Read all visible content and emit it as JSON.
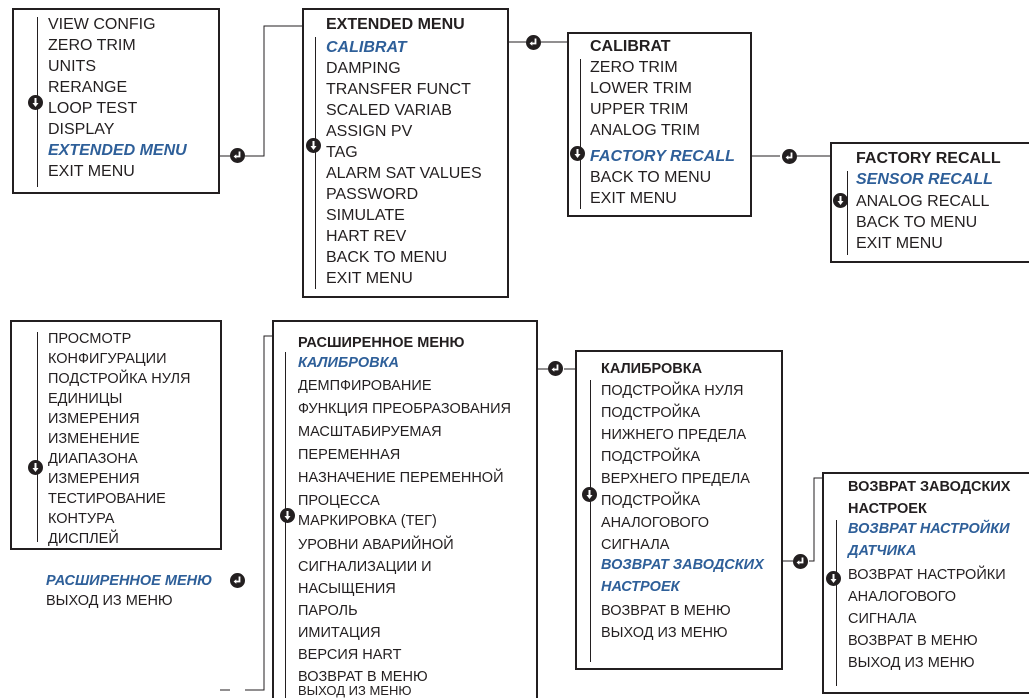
{
  "en": {
    "main_menu": [
      "VIEW CONFIG",
      "ZERO TRIM",
      "UNITS",
      "RERANGE",
      "LOOP TEST",
      "DISPLAY",
      "EXTENDED MENU",
      "EXIT MENU"
    ],
    "extended_menu": {
      "title": "EXTENDED MENU",
      "items": [
        "CALIBRAT",
        "DAMPING",
        "TRANSFER FUNCT",
        "SCALED VARIAB",
        "ASSIGN PV",
        "TAG",
        "ALARM SAT VALUES",
        "PASSWORD",
        "SIMULATE",
        "HART REV",
        "BACK TO MENU",
        "EXIT MENU"
      ]
    },
    "calibrat_menu": {
      "title": "CALIBRAT",
      "items": [
        "ZERO TRIM",
        "LOWER TRIM",
        "UPPER TRIM",
        "ANALOG TRIM",
        "FACTORY RECALL",
        "BACK TO MENU",
        "EXIT MENU"
      ]
    },
    "factory_recall_menu": {
      "title": "FACTORY RECALL",
      "items": [
        "SENSOR RECALL",
        "ANALOG RECALL",
        "BACK TO MENU",
        "EXIT MENU"
      ]
    }
  },
  "ru": {
    "main_menu": [
      "ПРОСМОТР",
      "КОНФИГУРАЦИИ",
      "ПОДСТРОЙКА НУЛЯ",
      "ЕДИНИЦЫ",
      "ИЗМЕРЕНИЯ",
      "ИЗМЕНЕНИЕ",
      "ДИАПАЗОНА",
      "ИЗМЕРЕНИЯ",
      "ТЕСТИРОВАНИЕ",
      "КОНТУРА",
      "ДИСПЛЕЙ",
      "РАСШИРЕННОЕ МЕНЮ",
      "ВЫХОД ИЗ МЕНЮ"
    ],
    "extended_menu": {
      "title": "РАСШИРЕННОЕ МЕНЮ",
      "items": [
        "КАЛИБРОВКА",
        "ДЕМПФИРОВАНИЕ",
        "ФУНКЦИЯ ПРЕОБРАЗОВАНИЯ",
        "МАСШТАБИРУЕМАЯ",
        "ПЕРЕМЕННАЯ",
        "НАЗНАЧЕНИЕ ПЕРЕМЕННОЙ",
        "ПРОЦЕССА",
        "МАРКИРОВКА (ТЕГ)",
        "УРОВНИ АВАРИЙНОЙ",
        "СИГНАЛИЗАЦИИ И",
        "НАСЫЩЕНИЯ",
        "ПАРОЛЬ",
        "ИМИТАЦИЯ",
        "ВЕРСИЯ HART",
        "ВОЗВРАТ В МЕНЮ",
        "ВЫХОД ИЗ МЕНЮ"
      ]
    },
    "calibrat_menu": {
      "title": "КАЛИБРОВКА",
      "items": [
        "ПОДСТРОЙКА НУЛЯ",
        "ПОДСТРОЙКА",
        "НИЖНЕГО ПРЕДЕЛА",
        "ПОДСТРОЙКА",
        "ВЕРХНЕГО ПРЕДЕЛА",
        "ПОДСТРОЙКА",
        "АНАЛОГОВОГО",
        "СИГНАЛА",
        "ВОЗВРАТ ЗАВОДСКИХ",
        "НАСТРОЕК",
        "ВОЗВРАТ В МЕНЮ",
        "ВЫХОД ИЗ МЕНЮ"
      ]
    },
    "factory_recall_menu": {
      "title_lines": [
        "ВОЗВРАТ ЗАВОДСКИХ",
        "НАСТРОЕК"
      ],
      "items": [
        "ВОЗВРАТ НАСТРОЙКИ",
        "ДАТЧИКА",
        "ВОЗВРАТ НАСТРОЙКИ",
        "АНАЛОГОВОГО",
        "СИГНАЛА",
        "ВОЗВРАТ В МЕНЮ",
        "ВЫХОД ИЗ МЕНЮ"
      ]
    }
  },
  "colors": {
    "selected": "#2e5f99",
    "line": "#231f20"
  },
  "icons": {
    "scroll": "scroll-down-button-icon",
    "enter": "enter-button-icon"
  }
}
